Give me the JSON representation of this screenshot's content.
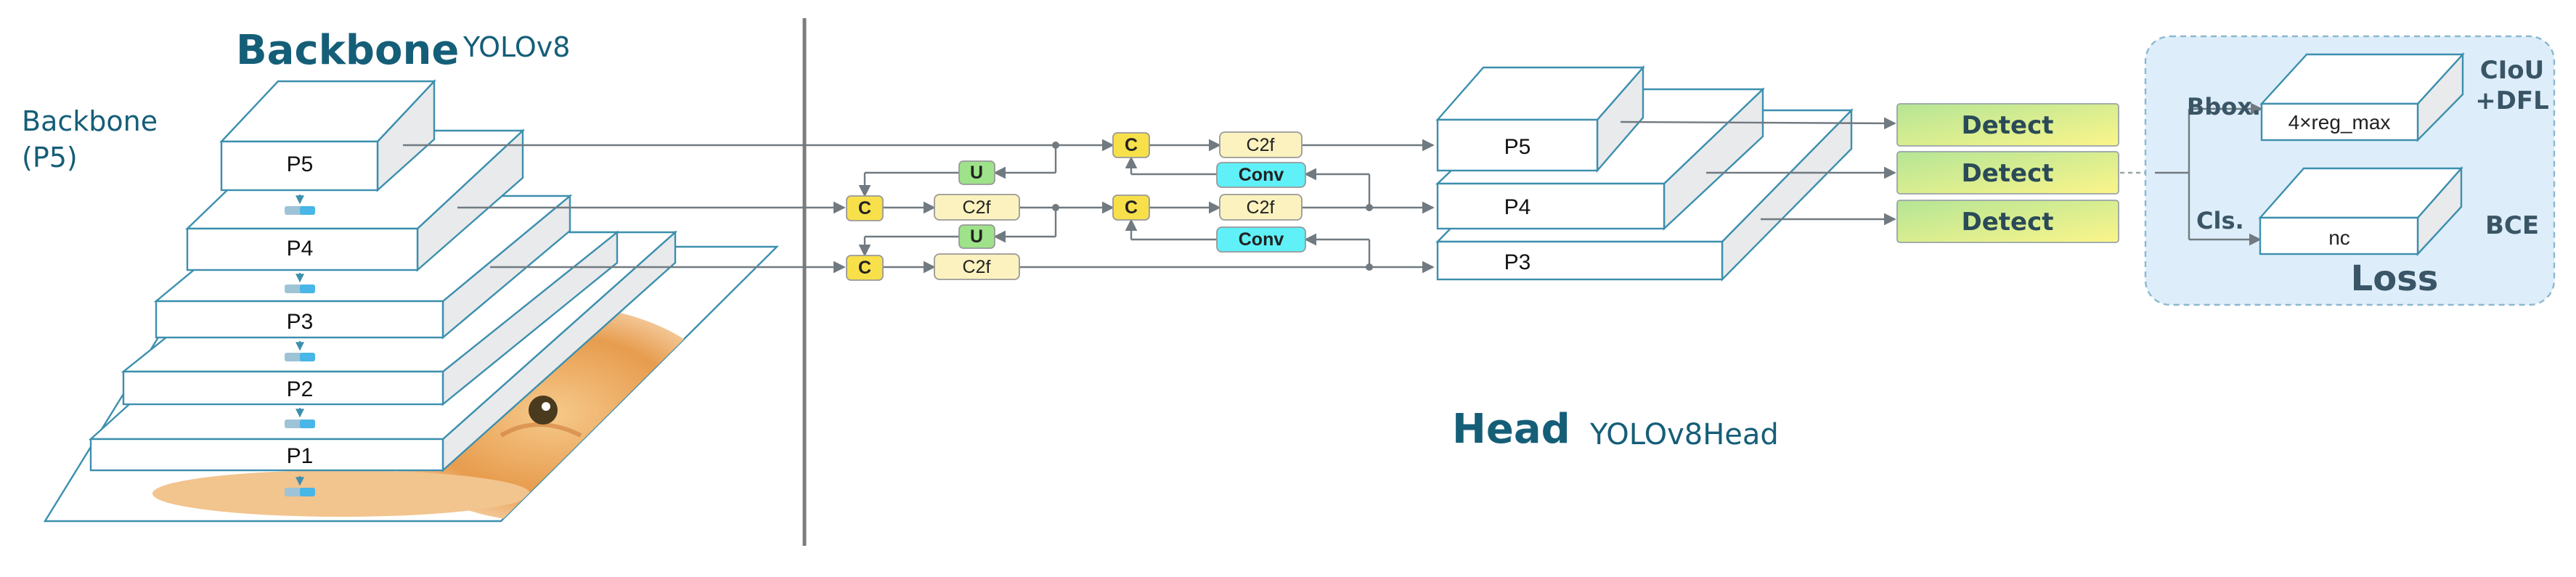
{
  "backbone": {
    "title": "Backbone",
    "subtitle": "YOLOv8",
    "side_label_line1": "Backbone",
    "side_label_line2": "(P5)",
    "levels": [
      "P5",
      "P4",
      "P3",
      "P2",
      "P1"
    ]
  },
  "head": {
    "title": "Head",
    "subtitle": "YOLOv8Head",
    "modules": {
      "concat": "C",
      "upsample": "U",
      "c2f": "C2f",
      "conv": "Conv"
    },
    "levels": [
      "P5",
      "P4",
      "P3"
    ],
    "detect_label": "Detect"
  },
  "loss": {
    "title": "Loss",
    "bbox_label": "Bbox.",
    "cls_label": "Cls.",
    "bbox_box": "4×reg_max",
    "cls_box": "nc",
    "bbox_loss_line1": "CIoU",
    "bbox_loss_line2": "+DFL",
    "cls_loss": "BCE"
  },
  "colors": {
    "title_blue": "#155e78",
    "box_outline": "#3c8fae",
    "concat_yellow": "#f7e04a",
    "c2f_cream": "#fbf2bf",
    "upsample_green": "#9ee28a",
    "conv_cyan": "#5ff0f8",
    "loss_panel": "#ddeefa",
    "detect_gradient": [
      "#b5e596",
      "#fbf58a"
    ]
  }
}
